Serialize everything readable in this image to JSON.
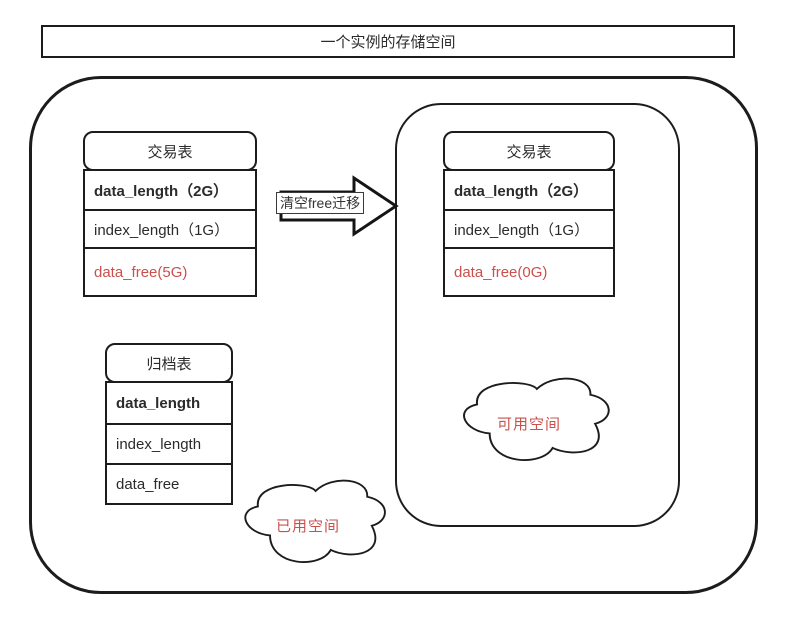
{
  "title": "一个实例的存储空间",
  "arrow": {
    "label": "清空free迁移"
  },
  "tables": {
    "before": {
      "header": "交易表",
      "rows": [
        {
          "text": "data_length（2G）",
          "style": "bold"
        },
        {
          "text": "index_length（1G）",
          "style": "normal"
        },
        {
          "text": "data_free(5G)",
          "style": "red"
        }
      ]
    },
    "after": {
      "header": "交易表",
      "rows": [
        {
          "text": "data_length（2G）",
          "style": "bold"
        },
        {
          "text": "index_length（1G）",
          "style": "normal"
        },
        {
          "text": "data_free(0G)",
          "style": "red"
        }
      ]
    },
    "archive": {
      "header": "归档表",
      "rows": [
        {
          "text": "data_length",
          "style": "bold"
        },
        {
          "text": "index_length",
          "style": "normal"
        },
        {
          "text": "data_free",
          "style": "normal"
        }
      ]
    }
  },
  "clouds": {
    "used_space": "已用空间",
    "available_space": "可用空间"
  },
  "colors": {
    "accent_red": "#c9504c",
    "line_black": "#1c1c1c"
  }
}
